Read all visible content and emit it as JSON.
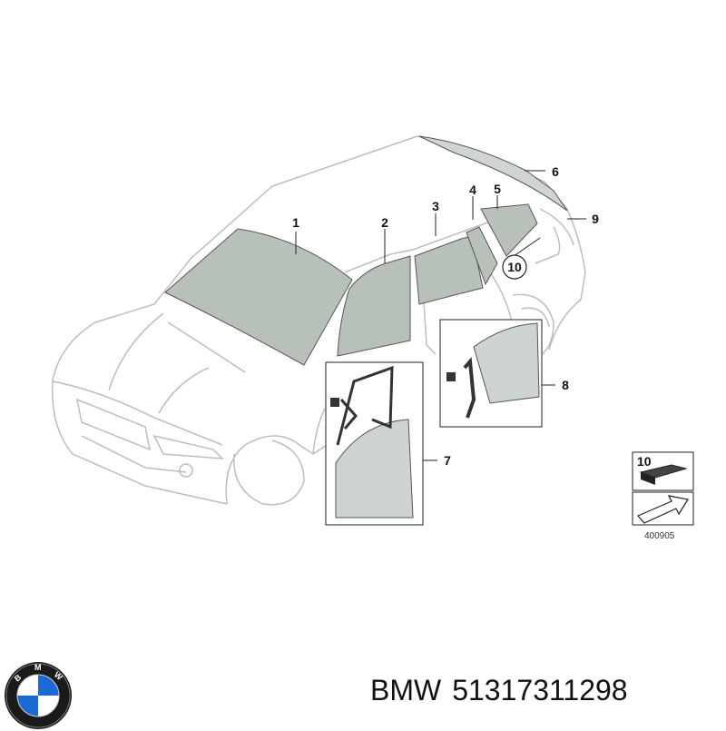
{
  "callouts": {
    "c1": "1",
    "c2": "2",
    "c3": "3",
    "c4": "4",
    "c5": "5",
    "c6": "6",
    "c7": "7",
    "c8": "8",
    "c9": "9",
    "c10": "10"
  },
  "legend": {
    "number": "10",
    "code": "400905"
  },
  "caption": {
    "brand": "BMW",
    "part_number": "51317311298"
  },
  "logo": {
    "lettering": "BMW"
  },
  "colors": {
    "glass": "#b8c1b9",
    "outline": "#bdbdbd",
    "logo_blue": "#1c69d4",
    "logo_ring": "#1a1a1a"
  }
}
